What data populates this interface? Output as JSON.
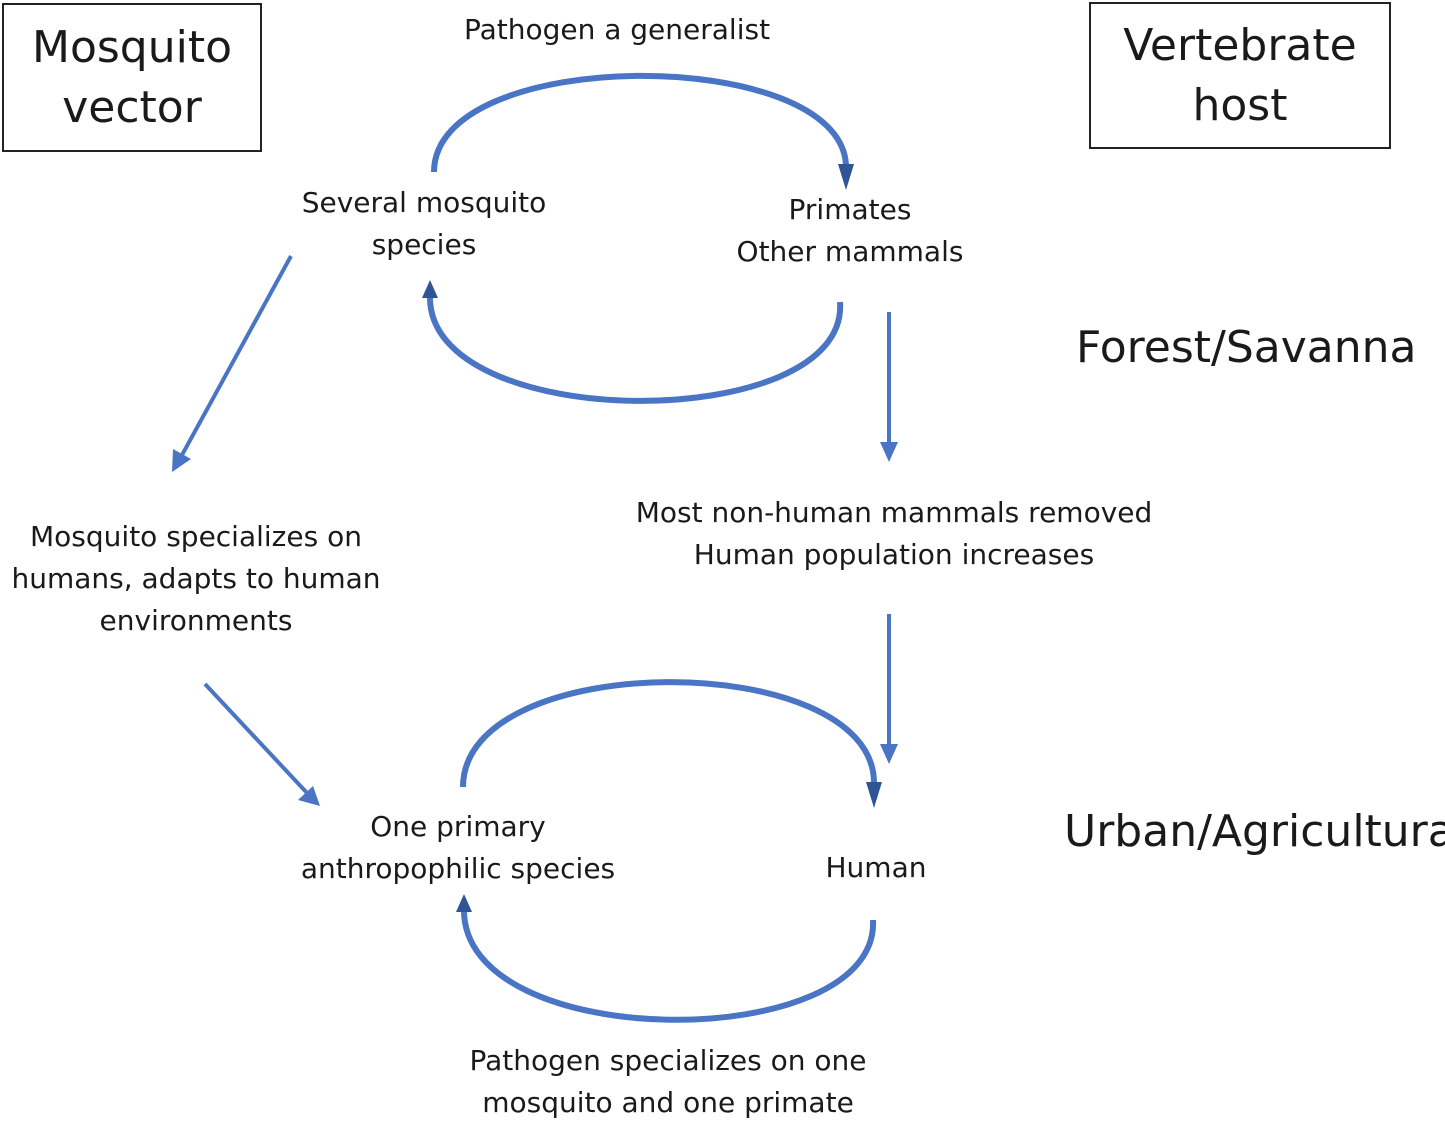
{
  "boxes": {
    "mosquito_vector": "Mosquito\nvector",
    "vertebrate_host": "Vertebrate\nhost"
  },
  "labels": {
    "pathogen_generalist": "Pathogen a generalist",
    "several_mosquito": "Several mosquito\nspecies",
    "primates": "Primates\nOther mammals",
    "mosquito_specializes": "Mosquito specializes on\nhumans, adapts to human\nenvironments",
    "mammals_removed": "Most non-human mammals removed\nHuman population increases",
    "one_primary": "One primary\nanthropophilic species",
    "human": "Human",
    "pathogen_specializes": "Pathogen specializes on one\nmosquito and one primate"
  },
  "regions": {
    "forest": "Forest/Savanna",
    "urban": "Urban/Agricultural"
  },
  "colors": {
    "arrow": "#4a74c4",
    "arrow_head": "#2f5597"
  }
}
